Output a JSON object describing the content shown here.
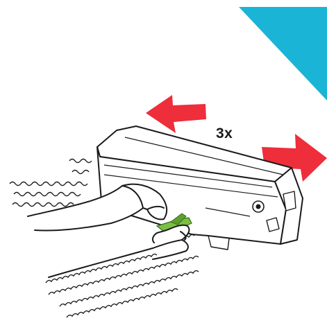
{
  "instruction": {
    "repeat_label": "3x",
    "shake_direction": "left-right"
  },
  "colors": {
    "corner_accent": "#1ab4d6",
    "arrow": "#ee2e3a",
    "outline": "#1a1a1a",
    "handle": "#7ac143",
    "background": "#ffffff"
  },
  "icons": {
    "left_arrow": "arrow-left-icon",
    "right_arrow": "arrow-right-icon",
    "cartridge": "toner-cartridge",
    "hands": "hands-holding",
    "motion_lines": "shake-motion-lines"
  }
}
